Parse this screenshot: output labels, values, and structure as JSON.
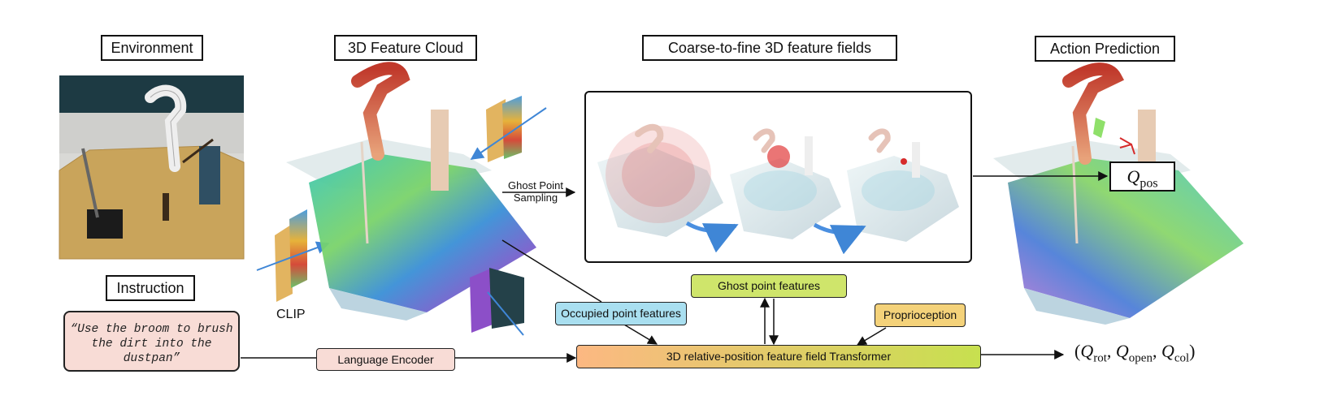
{
  "headers": {
    "environment": "Environment",
    "feature_cloud": "3D Feature Cloud",
    "coarse_to_fine": "Coarse-to-fine 3D feature fields",
    "action_prediction": "Action Prediction",
    "instruction": "Instruction"
  },
  "instruction_text": "“Use the broom to brush the dirt into the dustpan”",
  "clip_label": "CLIP",
  "ghost_sampling": {
    "line1": "Ghost Point",
    "line2": "Sampling"
  },
  "boxes": {
    "occupied": "Occupied point features",
    "ghost_features": "Ghost point features",
    "proprioception": "Proprioception",
    "language_encoder": "Language Encoder",
    "transformer": "3D relative-position feature field Transformer"
  },
  "outputs": {
    "q_pos": {
      "symbol": "Q",
      "sub": "pos"
    },
    "q_rest": {
      "open": "(",
      "close": ")",
      "terms": [
        {
          "symbol": "Q",
          "sub": "rot"
        },
        {
          "symbol": "Q",
          "sub": "open"
        },
        {
          "symbol": "Q",
          "sub": "col"
        }
      ]
    }
  },
  "colors": {
    "instruction_bg": "#f8dcd6",
    "occupied_bg": "#a9dff0",
    "ghost_bg": "#cfe56b",
    "proprio_bg": "#f4d27a",
    "language_bg": "#f8dcd6",
    "transformer_start": "#fcb882",
    "transformer_end": "#c7e04f",
    "arrow_blue": "#3f86d6"
  }
}
